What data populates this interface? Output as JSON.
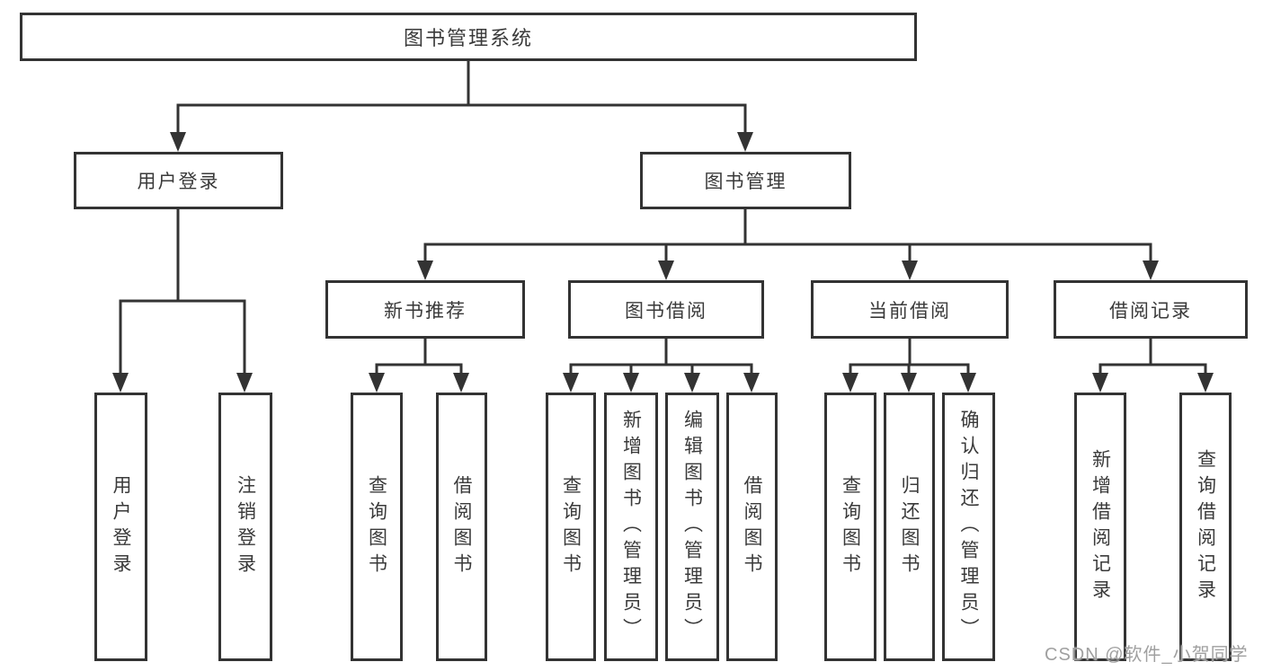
{
  "tree": {
    "root": {
      "label": "图书管理系统"
    },
    "level2": [
      {
        "label": "用户登录",
        "children": [
          {
            "label": "用户登录"
          },
          {
            "label": "注销登录"
          }
        ]
      },
      {
        "label": "图书管理",
        "children": [
          {
            "label": "新书推荐",
            "children": [
              {
                "label": "查询图书"
              },
              {
                "label": "借阅图书"
              }
            ]
          },
          {
            "label": "图书借阅",
            "children": [
              {
                "label": "查询图书"
              },
              {
                "label": "新增图书（管理员）"
              },
              {
                "label": "编辑图书（管理员）"
              },
              {
                "label": "借阅图书"
              }
            ]
          },
          {
            "label": "当前借阅",
            "children": [
              {
                "label": "查询图书"
              },
              {
                "label": "归还图书"
              },
              {
                "label": "确认归还（管理员）"
              }
            ]
          },
          {
            "label": "借阅记录",
            "children": [
              {
                "label": "新增借阅记录"
              },
              {
                "label": "查询借阅记录"
              }
            ]
          }
        ]
      }
    ]
  },
  "watermark": {
    "label": "CSDN @软件_小贺同学"
  },
  "colors": {
    "line": "#333333",
    "text": "#3a3a3a",
    "box_fill": "#ffffff",
    "background": "#ffffff",
    "watermark": "#a0a0a0"
  }
}
